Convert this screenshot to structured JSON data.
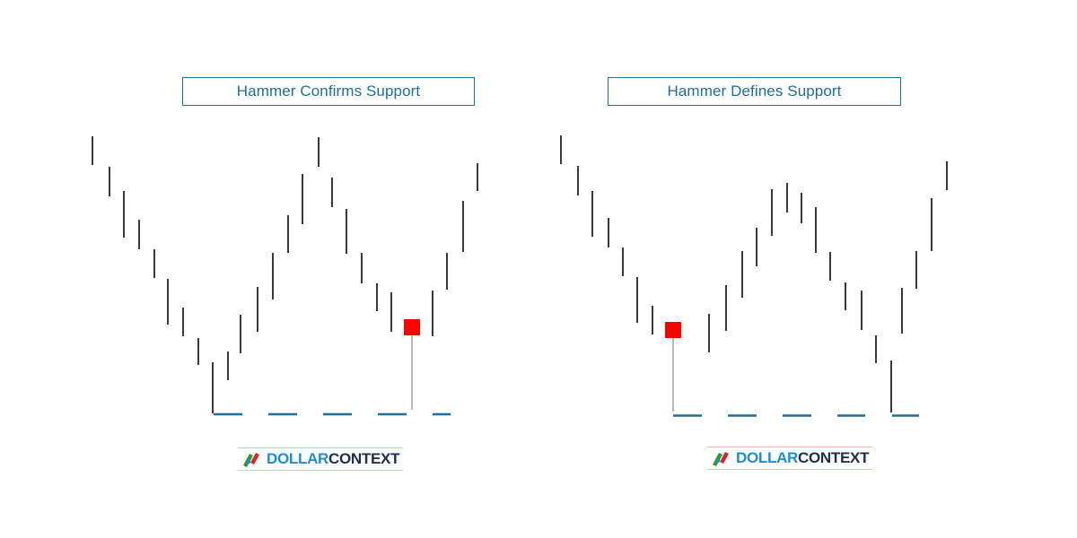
{
  "left_panel": {
    "title": "Hammer Confirms Support",
    "logo": {
      "part1": "DOLLAR",
      "part2": "CONTEXT"
    }
  },
  "right_panel": {
    "title": "Hammer Defines Support",
    "logo": {
      "part1": "DOLLAR",
      "part2": "CONTEXT"
    }
  },
  "colors": {
    "bar": "#3a3a3a",
    "hammer": "#ff0000",
    "wick": "#8a8a8a",
    "support": "#1f6e95",
    "title_border": "#1f6e95",
    "logo_blue": "#1b8fd2",
    "logo_dark": "#1f2f4a",
    "logo_green": "#2e9a3a",
    "logo_red": "#d9262b"
  },
  "icons": [
    "dollarcontext-logo-icon"
  ]
}
